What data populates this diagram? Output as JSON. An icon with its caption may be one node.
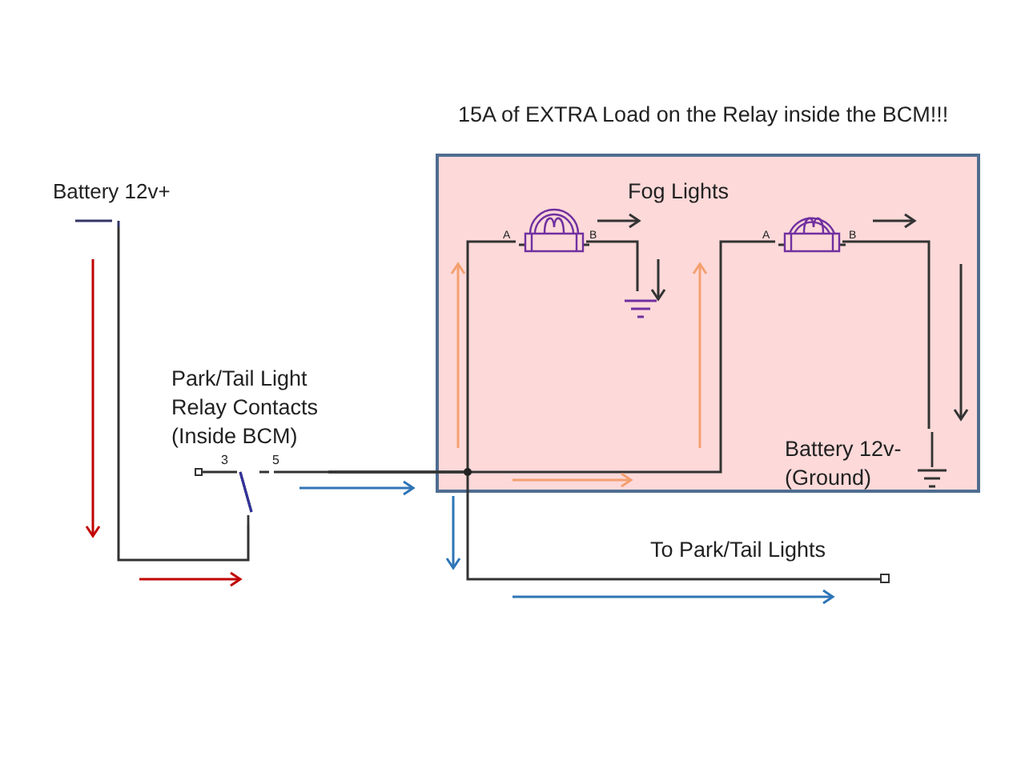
{
  "diagram": {
    "nodes": [
      {
        "text": [
          "15A of EXTRA Load on the Relay inside the BCM!!!"
        ]
      },
      {
        "text": [
          "Battery 12v+"
        ]
      },
      {
        "text": [
          "Park/Tail Light Relay Contacts (Inside BCM)"
        ]
      },
      {
        "text": [],
        "shape": "bulb",
        "in": 0
      },
      {
        "text": [],
        "shape": "ground",
        "in": 0
      },
      {
        "text": [],
        "shape": "bulb",
        "in": 0
      },
      {
        "text": [
          "Battery 12v- (Ground)"
        ],
        "in": 0
      },
      {
        "text": [
          "To Park/Tail Lights"
        ]
      }
    ],
    "edges": [
      {
        "from": 1,
        "to": 2,
        "arrow": "none"
      },
      {
        "from": 2,
        "to": 3,
        "arrow": "none"
      },
      {
        "from": 2,
        "to": 5,
        "arrow": "none"
      },
      {
        "from": 2,
        "to": 7,
        "arrow": "none"
      },
      {
        "from": 3,
        "to": 4,
        "arrow": "none"
      },
      {
        "from": 5,
        "to": 6,
        "arrow": "none"
      }
    ],
    "labels": [
      "Fog Lights",
      "A",
      "B",
      "A",
      "B",
      "3",
      "5"
    ]
  }
}
